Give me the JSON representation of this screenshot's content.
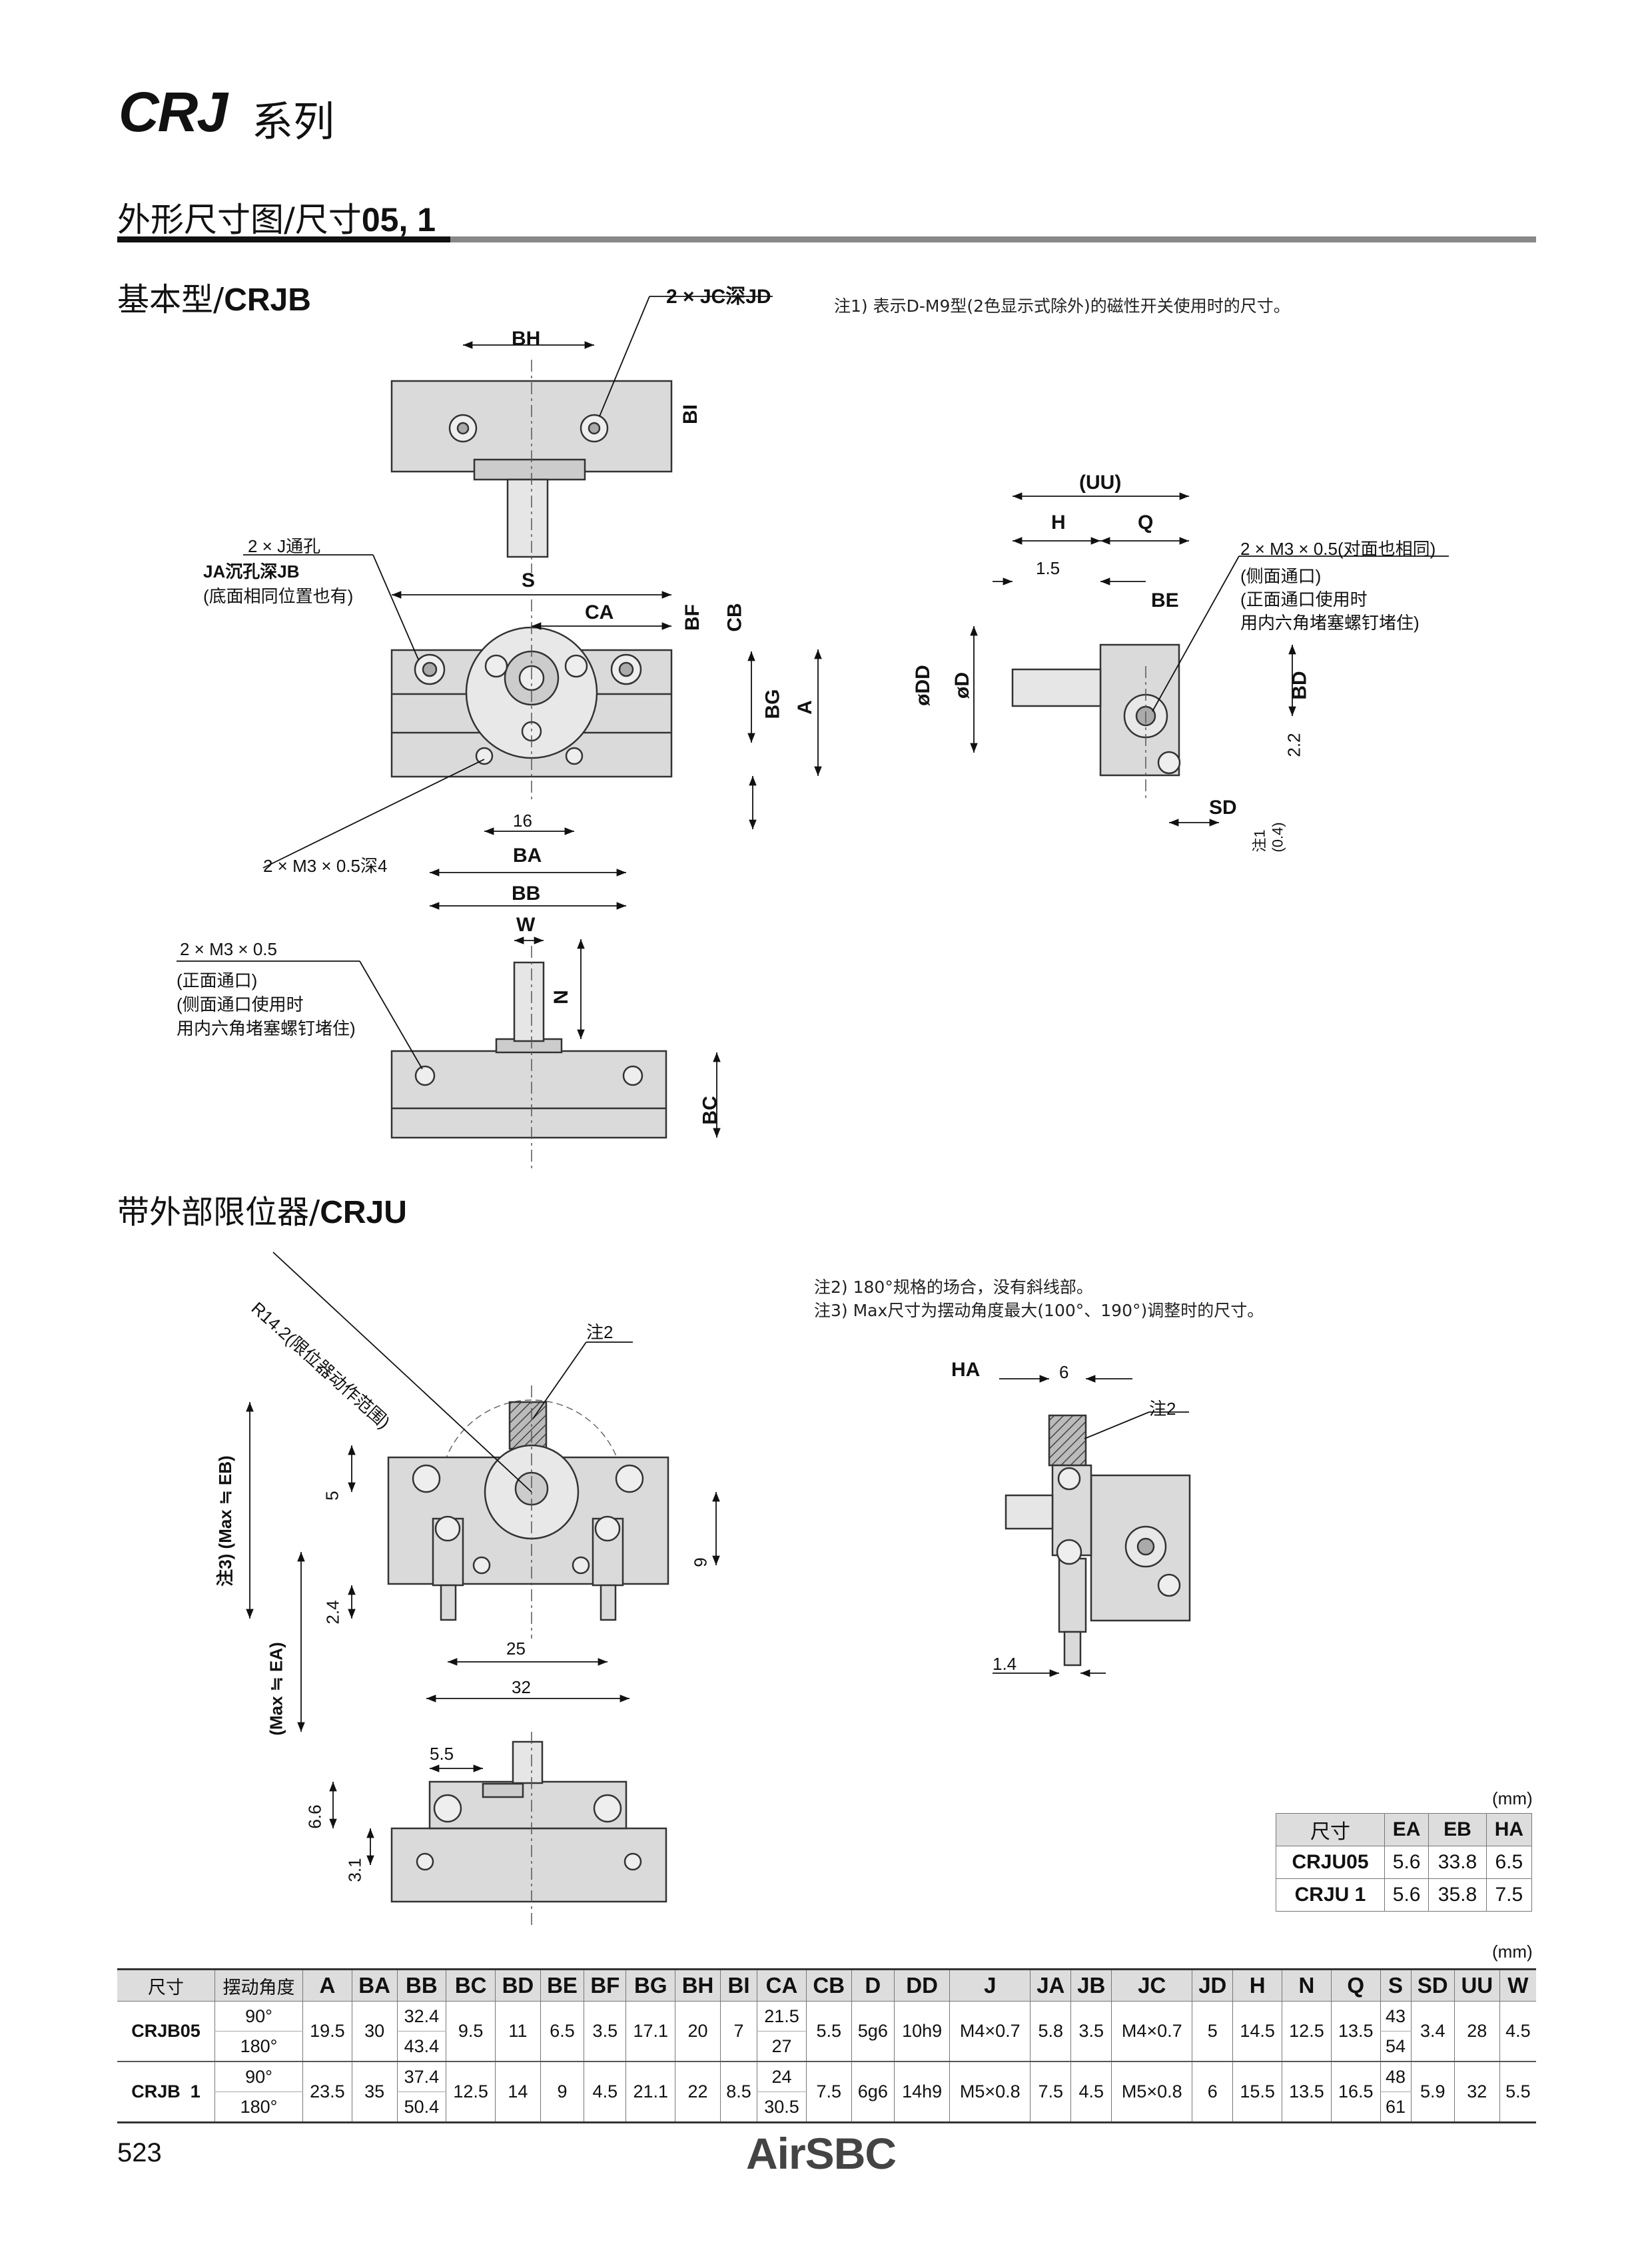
{
  "header": {
    "series_code": "CRJ",
    "series_suffix": "系列",
    "section_title_cn": "外形尺寸图/尺寸",
    "section_title_sizes": "05, 1"
  },
  "basic": {
    "heading_cn": "基本型/",
    "heading_code": "CRJB",
    "note1": "注1) 表示D-M9型(2色显示式除外)的磁性开关使用时的尺寸。",
    "labels": {
      "jc": "2 × JC深JD",
      "bh": "BH",
      "bi": "BI",
      "j_thru": "2 × J通孔",
      "ja": "JA沉孔深JB",
      "bottom_same": "(底面相同位置也有)",
      "s": "S",
      "ca": "CA",
      "bf": "BF",
      "cb": "CB",
      "bg": "BG",
      "a": "A",
      "dim16": "16",
      "m3_depth": "2 × M3 × 0.5深4",
      "ba": "BA",
      "bb": "BB",
      "w": "W",
      "n": "N",
      "m3_front": "2 × M3 × 0.5",
      "front_port": "(正面通口)",
      "side_port_use": "(侧面通口使用时",
      "hex_plug": "用内六角堵塞螺钉堵住)",
      "bc": "BC",
      "uu": "(UU)",
      "h": "H",
      "q": "Q",
      "dim15": "1.5",
      "be": "BE",
      "m3_side": "2 × M3 × 0.5(对面也相同)",
      "side_port": "(侧面通口)",
      "front_port_use": "(正面通口使用时",
      "dd": "øDD",
      "d": "øD",
      "bd": "BD",
      "dim22": "2.2",
      "sd": "SD",
      "note1_04": "注1\n(0.4)"
    }
  },
  "stopper": {
    "heading_cn": "带外部限位器/",
    "heading_code": "CRJU",
    "note2": "注2) 180°规格的场合，没有斜线部。",
    "note3": "注3) Max尺寸为摆动角度最大(100°、190°)调整时的尺寸。",
    "labels": {
      "r142": "R14.2(限位器动作范围)",
      "note2_ref": "注2",
      "eb": "注3) (Max ≒ EB)",
      "ea": "(Max ≒ EA)",
      "dim5": "5",
      "dim9": "9",
      "dim24": "2.4",
      "dim25": "25",
      "dim32": "32",
      "ha": "HA",
      "dim6": "6",
      "note2_ref2": "注2",
      "dim14": "1.4",
      "dim55": "5.5",
      "dim66": "6.6",
      "dim31": "3.1"
    }
  },
  "ext_table": {
    "unit": "(mm)",
    "headers": [
      "尺寸",
      "EA",
      "EB",
      "HA"
    ],
    "rows": [
      [
        "CRJU05",
        "5.6",
        "33.8",
        "6.5"
      ],
      [
        "CRJU 1",
        "5.6",
        "35.8",
        "7.5"
      ]
    ]
  },
  "main_table": {
    "unit": "(mm)",
    "headers": [
      "尺寸",
      "摆动角度",
      "A",
      "BA",
      "BB",
      "BC",
      "BD",
      "BE",
      "BF",
      "BG",
      "BH",
      "BI",
      "CA",
      "CB",
      "D",
      "DD",
      "J",
      "JA",
      "JB",
      "JC",
      "JD",
      "H",
      "N",
      "Q",
      "S",
      "SD",
      "UU",
      "W"
    ],
    "models": [
      {
        "name": "CRJB05",
        "angles": [
          "90°",
          "180°"
        ],
        "bb": [
          "32.4",
          "43.4"
        ],
        "ca": [
          "21.5",
          "27"
        ],
        "s": [
          "43",
          "54"
        ],
        "a": "19.5",
        "ba": "30",
        "bc": "9.5",
        "bd": "11",
        "be": "6.5",
        "bf": "3.5",
        "bg": "17.1",
        "bh": "20",
        "bi": "7",
        "cb": "5.5",
        "d": "5g6",
        "dd": "10h9",
        "j": "M4×0.7",
        "ja": "5.8",
        "jb": "3.5",
        "jc": "M4×0.7",
        "jd": "5",
        "h": "14.5",
        "n": "12.5",
        "q": "13.5",
        "sd": "3.4",
        "uu": "28",
        "w": "4.5"
      },
      {
        "name": "CRJB  1",
        "angles": [
          "90°",
          "180°"
        ],
        "bb": [
          "37.4",
          "50.4"
        ],
        "ca": [
          "24",
          "30.5"
        ],
        "s": [
          "48",
          "61"
        ],
        "a": "23.5",
        "ba": "35",
        "bc": "12.5",
        "bd": "14",
        "be": "9",
        "bf": "4.5",
        "bg": "21.1",
        "bh": "22",
        "bi": "8.5",
        "cb": "7.5",
        "d": "6g6",
        "dd": "14h9",
        "j": "M5×0.8",
        "ja": "7.5",
        "jb": "4.5",
        "jc": "M5×0.8",
        "jd": "6",
        "h": "15.5",
        "n": "13.5",
        "q": "16.5",
        "sd": "5.9",
        "uu": "32",
        "w": "5.5"
      }
    ]
  },
  "footer": {
    "page_number": "523",
    "brand": "AirSBC"
  }
}
